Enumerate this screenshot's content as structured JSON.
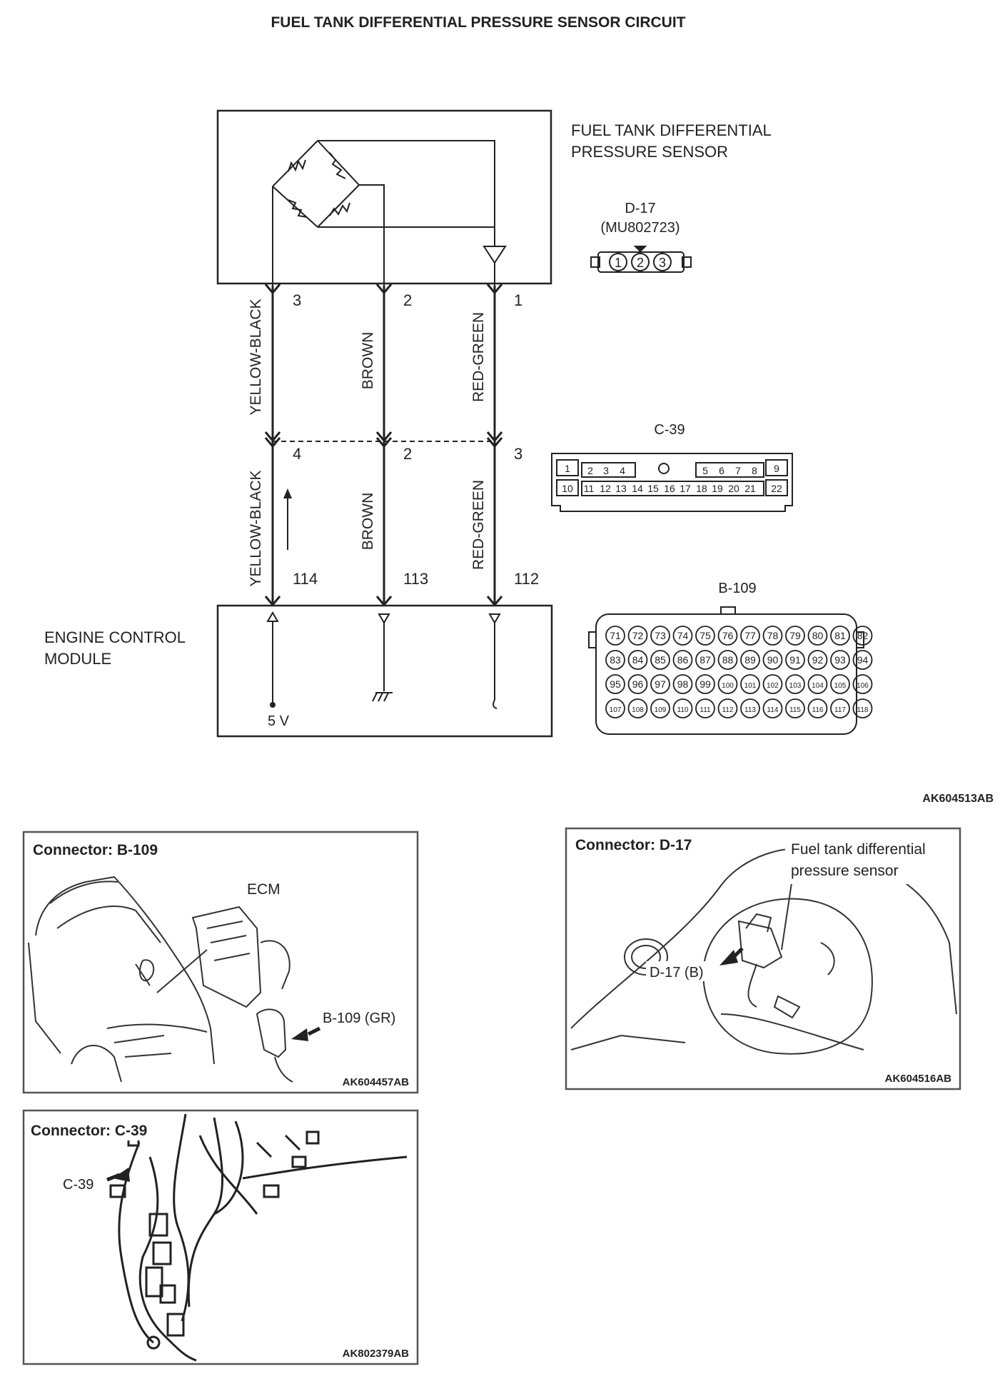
{
  "title": "FUEL TANK DIFFERENTIAL PRESSURE SENSOR CIRCUIT",
  "sensor": {
    "name_line1": "FUEL TANK DIFFERENTIAL",
    "name_line2": "PRESSURE SENSOR"
  },
  "ecm": {
    "name_line1": "ENGINE CONTROL",
    "name_line2": "MODULE",
    "voltage": "5 V"
  },
  "connectors": {
    "d17": {
      "id": "D-17",
      "part": "(MU802723)",
      "pins": [
        "1",
        "2",
        "3"
      ]
    },
    "c39": {
      "id": "C-39",
      "row1": [
        "1",
        "2",
        "3",
        "4",
        "5",
        "6",
        "7",
        "8",
        "9"
      ],
      "row2": [
        "10",
        "11",
        "12",
        "13",
        "14",
        "15",
        "16",
        "17",
        "18",
        "19",
        "20",
        "21",
        "22"
      ]
    },
    "b109": {
      "id": "B-109",
      "rows": [
        [
          "71",
          "72",
          "73",
          "74",
          "75",
          "76",
          "77",
          "78",
          "79",
          "80",
          "81",
          "82"
        ],
        [
          "83",
          "84",
          "85",
          "86",
          "87",
          "88",
          "89",
          "90",
          "91",
          "92",
          "93",
          "94"
        ],
        [
          "95",
          "96",
          "97",
          "98",
          "99",
          "100",
          "101",
          "102",
          "103",
          "104",
          "105",
          "106"
        ],
        [
          "107",
          "108",
          "109",
          "110",
          "111",
          "112",
          "113",
          "114",
          "115",
          "116",
          "117",
          "118"
        ]
      ]
    }
  },
  "wires": [
    {
      "color": "YELLOW-BLACK",
      "sensor_pin": "3",
      "c39_pin": "4",
      "ecm_pin": "114"
    },
    {
      "color": "BROWN",
      "sensor_pin": "2",
      "c39_pin": "2",
      "ecm_pin": "113"
    },
    {
      "color": "RED-GREEN",
      "sensor_pin": "1",
      "c39_pin": "3",
      "ecm_pin": "112"
    }
  ],
  "diagram_code": "AK604513AB",
  "panels": {
    "b109": {
      "title": "Connector: B-109",
      "label_ecm": "ECM",
      "label_conn": "B-109 (GR)",
      "code": "AK604457AB"
    },
    "d17": {
      "title": "Connector: D-17",
      "label_line1": "Fuel tank differential",
      "label_line2": "pressure sensor",
      "label_conn": "D-17 (B)",
      "code": "AK604516AB"
    },
    "c39": {
      "title": "Connector: C-39",
      "label_conn": "C-39",
      "code": "AK802379AB"
    }
  }
}
